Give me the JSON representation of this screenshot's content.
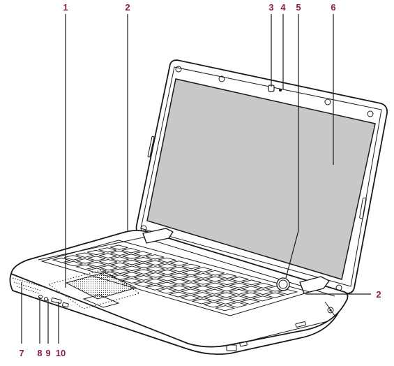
{
  "colors": {
    "callout": "#8a1d4f",
    "screen": "#c8c8c8",
    "line": "#1a1a1a"
  },
  "callouts": [
    {
      "id": "c1",
      "label": "1"
    },
    {
      "id": "c2a",
      "label": "2"
    },
    {
      "id": "c3",
      "label": "3"
    },
    {
      "id": "c4",
      "label": "4"
    },
    {
      "id": "c5",
      "label": "5"
    },
    {
      "id": "c6",
      "label": "6"
    },
    {
      "id": "c2b",
      "label": "2"
    },
    {
      "id": "c7",
      "label": "7"
    },
    {
      "id": "c8",
      "label": "8"
    },
    {
      "id": "c9",
      "label": "9"
    },
    {
      "id": "c10",
      "label": "10"
    }
  ],
  "keyboard": {
    "rows": 6,
    "cols": 15
  }
}
